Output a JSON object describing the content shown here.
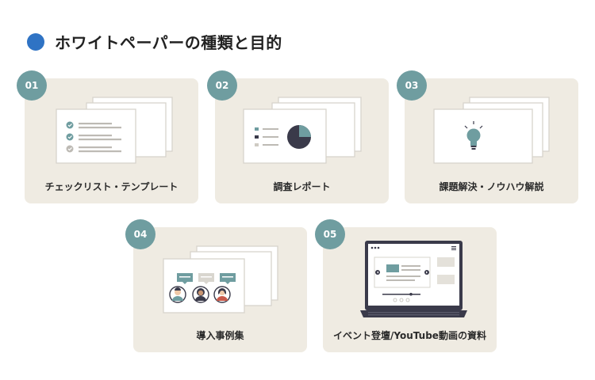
{
  "heading": {
    "title": "ホワイトペーパーの種類と目的"
  },
  "cards": [
    {
      "number": "01",
      "label": "チェックリスト・テンプレート",
      "icon": "checklist-icon"
    },
    {
      "number": "02",
      "label": "調査レポート",
      "icon": "pie-chart-icon"
    },
    {
      "number": "03",
      "label": "課題解決・ノウハウ解説",
      "icon": "lightbulb-icon"
    },
    {
      "number": "04",
      "label": "導入事例集",
      "icon": "people-icon"
    },
    {
      "number": "05",
      "label": "イベント登壇/YouTube動画の資料",
      "icon": "laptop-video-icon"
    }
  ],
  "colors": {
    "accent": "#2f73c4",
    "badge": "#6f9da0",
    "card_bg": "#efebe2",
    "dark": "#3a3a4a"
  }
}
